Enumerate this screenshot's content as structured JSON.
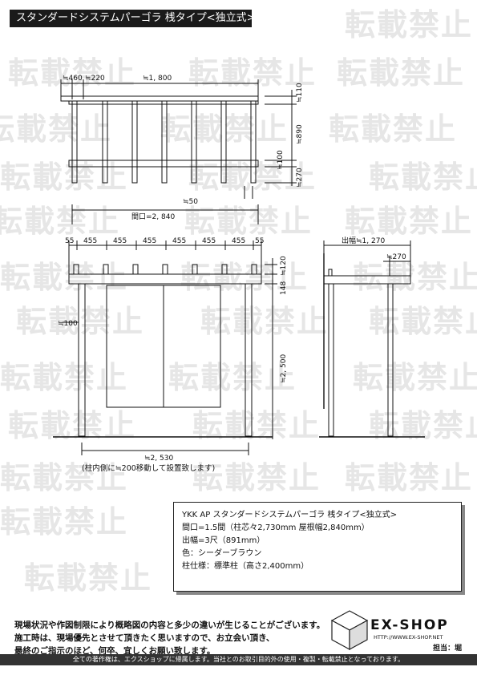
{
  "title": "スタンダードシステムパーゴラ 桟タイプ<独立式>",
  "watermark": "転載禁止",
  "plan": {
    "dims_top": [
      "≒460",
      "≒220",
      "≒1, 800"
    ],
    "dims_right": [
      "≒110",
      "≒890",
      "≒100",
      "≒270"
    ],
    "dim_bottom": "≒50",
    "width_label": "間口=2, 840"
  },
  "front": {
    "dims_top": [
      "55",
      "455",
      "455",
      "455",
      "455",
      "455",
      "455",
      "55"
    ],
    "dims_right": [
      "≒120",
      "148",
      "≒2, 500"
    ],
    "dim_left": "≒100",
    "dim_bottom": "≒2, 530",
    "note": "(柱内側に≒200移動して設置致します)"
  },
  "side": {
    "depth_label": "出幅≒1, 270",
    "dim": "≒270"
  },
  "spec": [
    "YKK AP スタンダードシステムパーゴラ 桟タイプ<独立式>",
    "間口=1.5間（柱芯々2,730mm 屋根幅2,840mm）",
    "出幅=3尺（891mm）",
    "色：シーダーブラウン",
    "柱仕様：標準柱（高さ2,400mm）"
  ],
  "notes": [
    "現場状況や作図制限により概略図の内容と多少の違いが生じることがございます。",
    "施工時は、現場優先とさせて頂きたく思いますので、お立会い頂き、",
    "最終のご指示のほど、何卒、宜しくお願い致します。"
  ],
  "logo": {
    "name": "EX-SHOP",
    "url": "HTTP://WWW.EX-SHOP.NET",
    "staff": "担当：堀"
  },
  "footer": "全ての著作権は、エクスショップに帰属します。当社とのお取引目的外の使用・複製・転載禁止となっております。"
}
